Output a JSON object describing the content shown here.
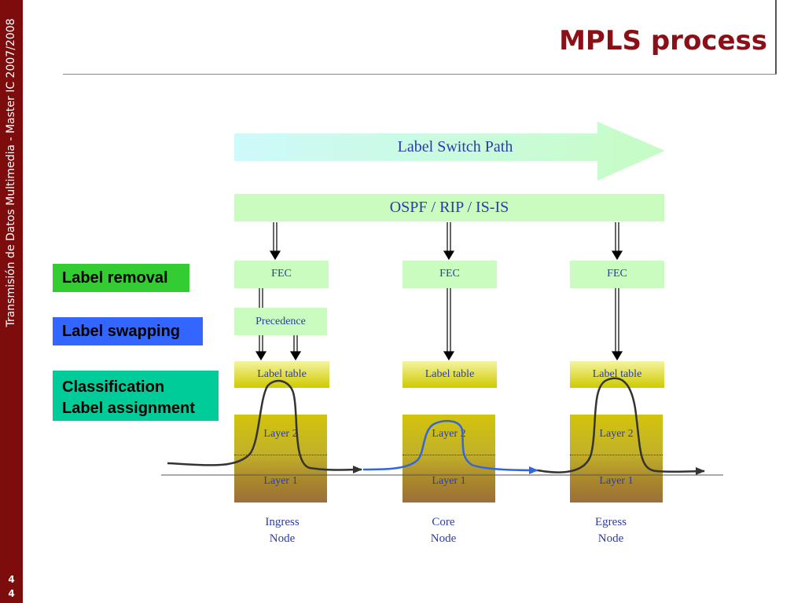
{
  "sidebar": {
    "vertical_text": "Transmisión de Datos Multimedia - Master IC 2007/2008",
    "page_digits": [
      "4",
      "4"
    ]
  },
  "title": "MPLS process",
  "diagram": {
    "lsp_label": "Label Switch Path",
    "routing_label": "OSPF / RIP / IS-IS",
    "nodes": [
      {
        "fec": "FEC",
        "precedence": "Precedence",
        "label_table": "Label table",
        "layer2": "Layer 2",
        "layer1": "Layer 1",
        "name_line1": "Ingress",
        "name_line2": "Node"
      },
      {
        "fec": "FEC",
        "label_table": "Label table",
        "layer2": "Layer 2",
        "layer1": "Layer 1",
        "name_line1": "Core",
        "name_line2": "Node"
      },
      {
        "fec": "FEC",
        "label_table": "Label table",
        "layer2": "Layer 2",
        "layer1": "Layer 1",
        "name_line1": "Egress",
        "name_line2": "Node"
      }
    ]
  },
  "legend": {
    "label_removal": "Label removal",
    "label_swapping": "Label swapping",
    "classification": "Classification",
    "label_assignment": "Label assignment"
  },
  "colors": {
    "title": "#8b0f17",
    "sidebar": "#7d0c0c",
    "text_blue": "#2b3ca8",
    "removal_green": "#33cc33",
    "swapping_blue": "#3366ff",
    "classification_teal": "#00cc99",
    "path_dark": "#333333",
    "path_blue": "#3366dd"
  }
}
